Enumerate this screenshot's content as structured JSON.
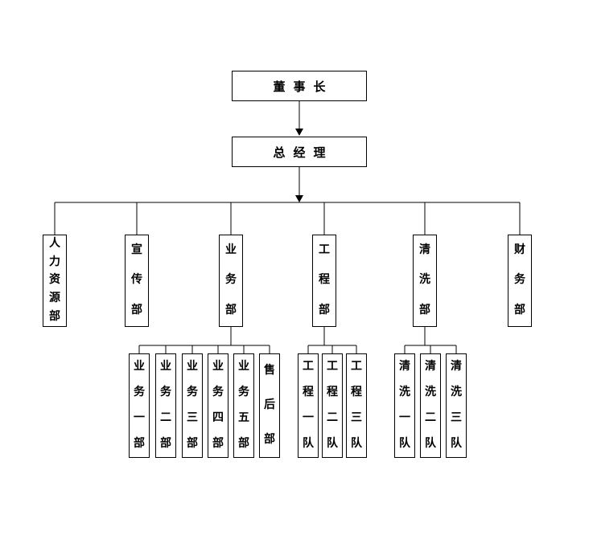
{
  "chart": {
    "root": {
      "label": "董事长"
    },
    "manager": {
      "label": "总经理"
    },
    "departments": [
      {
        "label": "人力资源部"
      },
      {
        "label": "宣传部"
      },
      {
        "label": "业务部"
      },
      {
        "label": "工程部"
      },
      {
        "label": "清洗部"
      },
      {
        "label": "财务部"
      }
    ],
    "business_children": [
      {
        "label": "业务一部"
      },
      {
        "label": "业务二部"
      },
      {
        "label": "业务三部"
      },
      {
        "label": "业务四部"
      },
      {
        "label": "业务五部"
      },
      {
        "label": "售后部"
      }
    ],
    "engineering_children": [
      {
        "label": "工程一队"
      },
      {
        "label": "工程二队"
      },
      {
        "label": "工程三队"
      }
    ],
    "cleaning_children": [
      {
        "label": "清洗一队"
      },
      {
        "label": "清洗二队"
      },
      {
        "label": "清洗三队"
      }
    ],
    "colors": {
      "line": "#000000",
      "box_border": "#000000",
      "background": "#ffffff"
    }
  }
}
